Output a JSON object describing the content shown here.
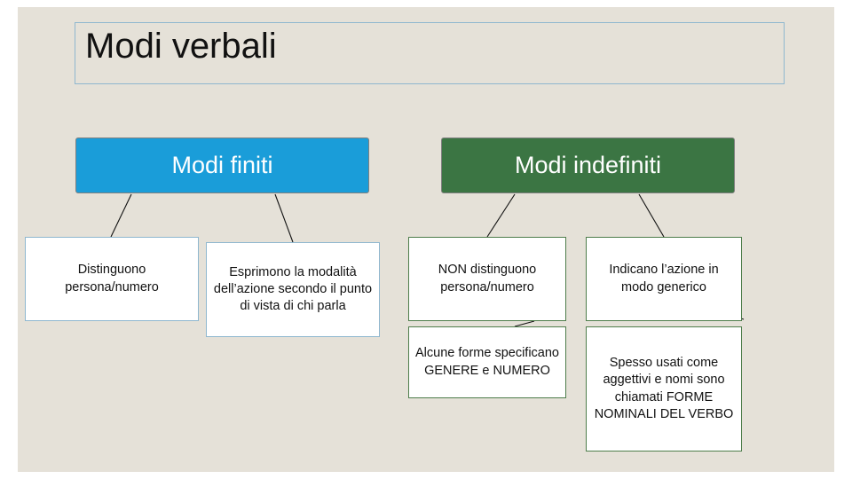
{
  "slide": {
    "title": "Modi verbali",
    "background_color": "#e5e1d8"
  },
  "diagram": {
    "type": "tree",
    "headers": [
      {
        "id": "modi-finiti",
        "label": "Modi finiti",
        "color": "#1a9dd9"
      },
      {
        "id": "modi-indefiniti",
        "label": "Modi indefiniti",
        "color": "#3b7543"
      }
    ],
    "nodes": [
      {
        "id": "distinguono",
        "parent": "modi-finiti",
        "label": "Distinguono persona/numero"
      },
      {
        "id": "esprimono",
        "parent": "modi-finiti",
        "label": "Esprimono la modalità dell’azione secondo il punto di vista di chi parla"
      },
      {
        "id": "non-distinguono",
        "parent": "modi-indefiniti",
        "label": "NON distinguono persona/numero"
      },
      {
        "id": "indicano",
        "parent": "modi-indefiniti",
        "label": "Indicano l’azione in modo generico"
      },
      {
        "id": "alcune-forme",
        "parent": "non-distinguono",
        "label": "Alcune forme specificano GENERE e NUMERO"
      },
      {
        "id": "spesso-usati",
        "parent": "indicano",
        "label": "Spesso usati come aggettivi e nomi sono chiamati FORME NOMINALI DEL VERBO"
      }
    ]
  }
}
